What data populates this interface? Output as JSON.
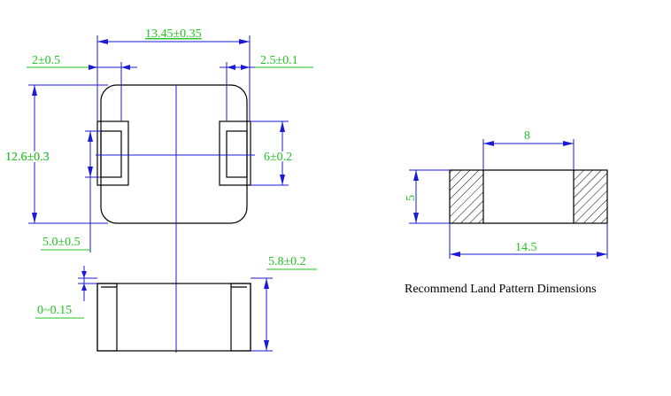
{
  "colors": {
    "outline": "#000000",
    "dimension_line": "#1a1ad8",
    "dimension_text": "#22c322"
  },
  "dimensions": {
    "overall_length": "13.45±0.35",
    "left_terminal_width": "2±0.5",
    "right_terminal_width": "2.5±0.1",
    "body_height": "12.6±0.3",
    "terminal_height": "6±0.2",
    "left_offset": "5.0±0.5",
    "thickness": "5.8±0.2",
    "standoff": "0~0.15"
  },
  "land_pattern": {
    "gap": "8",
    "pad_height": "5",
    "total_length": "14.5",
    "caption": "Recommend Land Pattern Dimensions"
  }
}
